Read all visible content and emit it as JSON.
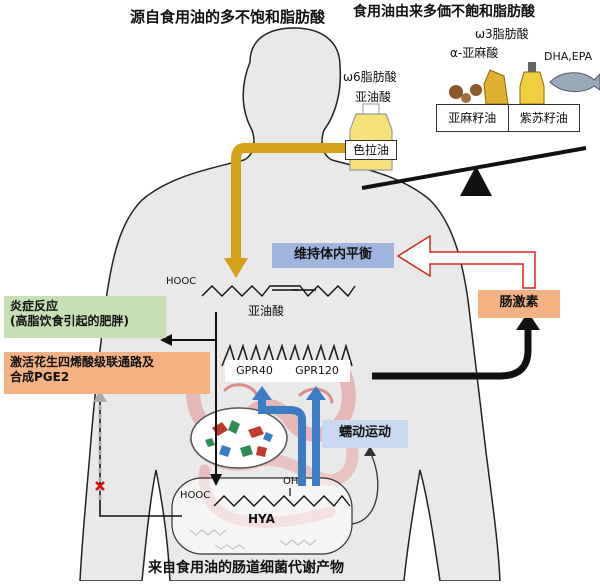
{
  "titles": {
    "left": "源自食用油的多不饱和脂肪酸",
    "right": "食用油由来多価不飽和脂肪酸",
    "bottom": "来自食用油的肠道细菌代谢产物"
  },
  "omega6": {
    "line1": "ω6脂肪酸",
    "line2": "亚油酸",
    "oil": "色拉油"
  },
  "omega3": {
    "heading": "ω3脂肪酸",
    "ala": "α-亚麻酸",
    "dha_epa": "DHA,EPA",
    "oil_left": "亚麻籽油",
    "oil_right": "紫苏籽油"
  },
  "molecules": {
    "hooc_top": "HOOC",
    "linoleic": "亚油酸",
    "hooc_bottom": "HOOC",
    "oh": "OH",
    "hya": "HYA"
  },
  "receptors": {
    "gpr40": "GPR40",
    "gpr120": "GPR120"
  },
  "boxes": {
    "homeostasis": "维持体内平衡",
    "hormone": "肠激素",
    "peristalsis": "蠕动运动",
    "inflammation_line1": "炎症反应",
    "inflammation_line2": "(高脂饮食引起的肥胖)",
    "arachidonic_line1": "激活花生四烯酸级联通路及",
    "arachidonic_line2": "合成PGE2"
  },
  "colors": {
    "gold_arrow": "#d4a017",
    "blue_arrow": "#3b7dc4",
    "red_outline": "#d9261c",
    "homeostasis_fill": "#9fb5df",
    "hormone_fill": "#f4b183",
    "arachidonic_fill": "#f4b183",
    "inflammation_fill": "#c6e0b4",
    "peristalsis_fill": "#c9d9f0",
    "body_fill": "#e9e9e9"
  }
}
